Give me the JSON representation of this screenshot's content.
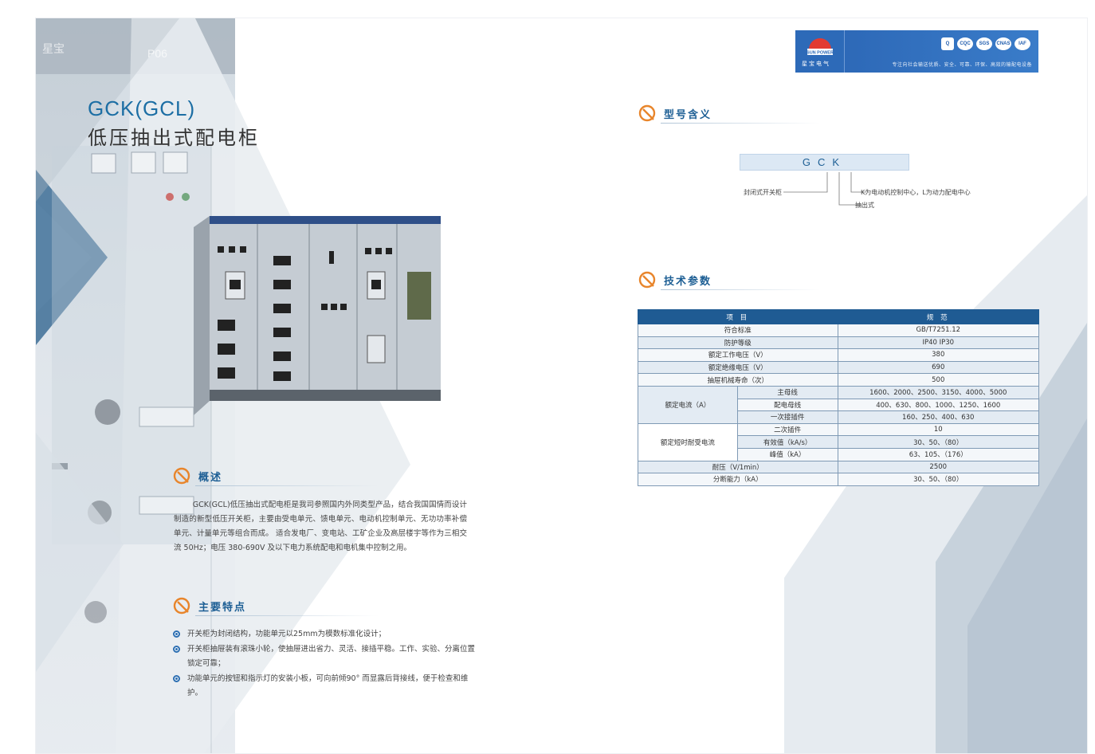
{
  "left": {
    "title_en": "GCK(GCL)",
    "title_cn": "低压抽出式配电柜",
    "bg_labels": [
      "星宝",
      "P06"
    ],
    "overview": {
      "heading": "概述",
      "text": "GCK(GCL)低压抽出式配电柜是我司参照国内外同类型产品，结合我国国情而设计制造的新型低压开关柜，主要由受电单元、馈电单元、电动机控制单元、无功功率补偿单元、计量单元等组合而成。 适合发电厂、变电站、工矿企业及高层楼宇等作为三相交流 50Hz；电压 380-690V 及以下电力系统配电和电机集中控制之用。"
    },
    "features": {
      "heading": "主要特点",
      "items": [
        "开关柜为封闭结构，功能单元以25mm为模数标准化设计；",
        "开关柜抽屉装有滚珠小轮，使抽屉进出省力、灵活、接插平稳。工作、实验、分离位置锁定可靠；",
        "功能单元的按钮和指示灯的安装小板，可向前倾90° 而显露后背接线，便于检查和维护。"
      ]
    }
  },
  "brand": {
    "name_en": "SUN POWER",
    "name_cn": "星宝电气",
    "certs": [
      "Q",
      "CQC",
      "SGS",
      "CNAS",
      "IAF"
    ],
    "slogan": "专注向社会输送优质、安全、可靠、环保、高效的输配电设备"
  },
  "model": {
    "heading": "型号含义",
    "code": "GCK",
    "labels": {
      "enclosed": "封闭式开关柜",
      "withdrawable": "抽出式",
      "k_l": "K为电动机控制中心，L为动力配电中心"
    }
  },
  "tech": {
    "heading": "技术参数",
    "headers": [
      "项 目",
      "规 范"
    ],
    "rows": [
      {
        "item": "符合标准",
        "value": "GB/T7251.12"
      },
      {
        "item": "防护等级",
        "value": "IP40 IP30"
      },
      {
        "item": "额定工作电压（V）",
        "value": "380"
      },
      {
        "item": "额定绝缘电压（V）",
        "value": "690"
      },
      {
        "item": "抽屉机械寿命（次）",
        "value": "500"
      }
    ],
    "current_group": {
      "label": "额定电流（A）",
      "rows": [
        {
          "item": "主母线",
          "value": "1600、2000、2500、3150、4000、5000"
        },
        {
          "item": "配电母线",
          "value": "400、630、800、1000、1250、1600"
        },
        {
          "item": "一次接插件",
          "value": "160、250、400、630"
        }
      ]
    },
    "short_group": {
      "label": "额定短时耐受电流",
      "rows": [
        {
          "item": "二次插件",
          "value": "10"
        },
        {
          "item": "有效值（kA/s）",
          "value": "30、50、（80）"
        },
        {
          "item": "峰值（kA）",
          "value": "63、105、（176）"
        }
      ]
    },
    "tail_rows": [
      {
        "item": "耐压（V/1min）",
        "value": "2500"
      },
      {
        "item": "分断能力（kA）",
        "value": "30、50、（80）"
      }
    ]
  }
}
